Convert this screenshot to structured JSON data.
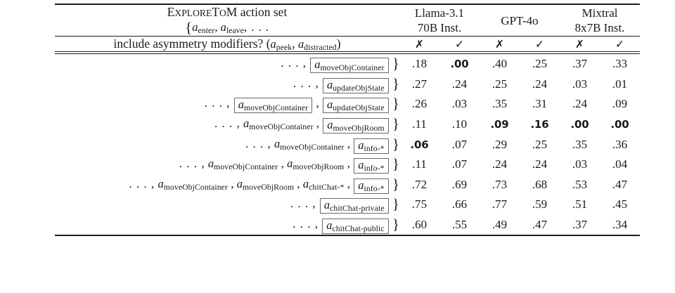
{
  "table": {
    "header": {
      "action_set_title_part1": "E",
      "action_set_title_part2": "XPLORE",
      "action_set_title_part3": "T",
      "action_set_title_part4": "O",
      "action_set_title_part5": "M",
      "action_set_title_suffix": " action set",
      "action_set_line2_open": "{",
      "action_set_line2_a1": "a",
      "action_set_line2_sub1": "enter",
      "action_set_line2_comma1": ", ",
      "action_set_line2_a2": "a",
      "action_set_line2_sub2": "leave",
      "action_set_line2_tail": ", . . .",
      "models": [
        {
          "line1": "Llama-3.1",
          "line2": "70B Inst."
        },
        {
          "line1": "GPT-4o",
          "line2": ""
        },
        {
          "line1": "Mixtral",
          "line2": "8x7B Inst."
        }
      ],
      "asymmetry_question": "include asymmetry modifiers?",
      "asymmetry_paren_open": "(",
      "asymmetry_a1": "a",
      "asymmetry_sub1": "peek",
      "asymmetry_comma": ", ",
      "asymmetry_a2": "a",
      "asymmetry_sub2": "distracted",
      "asymmetry_paren_close": ")",
      "mark_cross": "✗",
      "mark_check": "✓",
      "condition_marks": [
        "✗",
        "✓",
        "✗",
        "✓",
        "✗",
        "✓"
      ]
    },
    "columns": [
      "Llama-3.1 70B Inst. ✗",
      "Llama-3.1 70B Inst. ✓",
      "GPT-4o ✗",
      "GPT-4o ✓",
      "Mixtral 8x7B Inst. ✗",
      "Mixtral 8x7B Inst. ✓"
    ],
    "rows": [
      {
        "label_text": ". . . , [a_moveObjContainer] }",
        "tokens": [
          {
            "kind": "dots",
            "text": ". . . ,"
          },
          {
            "kind": "boxed",
            "a": "a",
            "sub": "moveObjContainer"
          },
          {
            "kind": "brace",
            "text": "}"
          }
        ],
        "values": [
          ".18",
          ".00",
          ".40",
          ".25",
          ".37",
          ".33"
        ],
        "bold": [
          false,
          true,
          false,
          false,
          false,
          false
        ]
      },
      {
        "label_text": ". . . , [a_updateObjState] }",
        "tokens": [
          {
            "kind": "dots",
            "text": ". . . ,"
          },
          {
            "kind": "boxed",
            "a": "a",
            "sub": "updateObjState"
          },
          {
            "kind": "brace",
            "text": "}"
          }
        ],
        "values": [
          ".27",
          ".24",
          ".25",
          ".24",
          ".03",
          ".01"
        ],
        "bold": [
          false,
          false,
          false,
          false,
          false,
          false
        ]
      },
      {
        "label_text": ". . . , [a_moveObjContainer] , [a_updateObjState] }",
        "tokens": [
          {
            "kind": "dots",
            "text": ". . . ,"
          },
          {
            "kind": "boxed",
            "a": "a",
            "sub": "moveObjContainer"
          },
          {
            "kind": "sep",
            "text": ","
          },
          {
            "kind": "boxed",
            "a": "a",
            "sub": "updateObjState"
          },
          {
            "kind": "brace",
            "text": "}"
          }
        ],
        "values": [
          ".26",
          ".03",
          ".35",
          ".31",
          ".24",
          ".09"
        ],
        "bold": [
          false,
          false,
          false,
          false,
          false,
          false
        ]
      },
      {
        "label_text": ". . . , a_moveObjContainer , [a_moveObjRoom] }",
        "tokens": [
          {
            "kind": "dots",
            "text": ". . . ,"
          },
          {
            "kind": "plain",
            "a": "a",
            "sub": "moveObjContainer"
          },
          {
            "kind": "sep",
            "text": ","
          },
          {
            "kind": "boxed",
            "a": "a",
            "sub": "moveObjRoom"
          },
          {
            "kind": "brace",
            "text": "}"
          }
        ],
        "values": [
          ".11",
          ".10",
          ".09",
          ".16",
          ".00",
          ".00"
        ],
        "bold": [
          false,
          false,
          true,
          true,
          true,
          true
        ]
      },
      {
        "label_text": ". . . , a_moveObjContainer , [a_info-*] }",
        "tokens": [
          {
            "kind": "dots",
            "text": ". . . ,"
          },
          {
            "kind": "plain",
            "a": "a",
            "sub": "moveObjContainer"
          },
          {
            "kind": "sep",
            "text": ","
          },
          {
            "kind": "boxed",
            "a": "a",
            "sub": "info-*"
          },
          {
            "kind": "brace",
            "text": "}"
          }
        ],
        "values": [
          ".06",
          ".07",
          ".29",
          ".25",
          ".35",
          ".36"
        ],
        "bold": [
          true,
          false,
          false,
          false,
          false,
          false
        ]
      },
      {
        "label_text": ". . . , a_moveObjContainer , a_moveObjRoom , [a_info-*] }",
        "tokens": [
          {
            "kind": "dots",
            "text": ". . . ,"
          },
          {
            "kind": "plain",
            "a": "a",
            "sub": "moveObjContainer"
          },
          {
            "kind": "sep",
            "text": ","
          },
          {
            "kind": "plain",
            "a": "a",
            "sub": "moveObjRoom"
          },
          {
            "kind": "sep",
            "text": ","
          },
          {
            "kind": "boxed",
            "a": "a",
            "sub": "info-*"
          },
          {
            "kind": "brace",
            "text": "}"
          }
        ],
        "values": [
          ".11",
          ".07",
          ".24",
          ".24",
          ".03",
          ".04"
        ],
        "bold": [
          false,
          false,
          false,
          false,
          false,
          false
        ]
      },
      {
        "label_text": ". . . , a_moveObjContainer , a_moveObjRoom , a_chitChat-* , [a_info-*] }",
        "tokens": [
          {
            "kind": "dots",
            "text": ". . . ,"
          },
          {
            "kind": "plain",
            "a": "a",
            "sub": "moveObjContainer"
          },
          {
            "kind": "sep",
            "text": ","
          },
          {
            "kind": "plain",
            "a": "a",
            "sub": "moveObjRoom"
          },
          {
            "kind": "sep",
            "text": ","
          },
          {
            "kind": "plain",
            "a": "a",
            "sub": "chitChat-*"
          },
          {
            "kind": "sep",
            "text": ","
          },
          {
            "kind": "boxed",
            "a": "a",
            "sub": "info-*"
          },
          {
            "kind": "brace",
            "text": "}"
          }
        ],
        "values": [
          ".72",
          ".69",
          ".73",
          ".68",
          ".53",
          ".47"
        ],
        "bold": [
          false,
          false,
          false,
          false,
          false,
          false
        ]
      },
      {
        "label_text": ". . . , [a_chitChat-private] }",
        "tokens": [
          {
            "kind": "dots",
            "text": ". . . ,"
          },
          {
            "kind": "boxed",
            "a": "a",
            "sub": "chitChat-private"
          },
          {
            "kind": "brace",
            "text": "}"
          }
        ],
        "values": [
          ".75",
          ".66",
          ".77",
          ".59",
          ".51",
          ".45"
        ],
        "bold": [
          false,
          false,
          false,
          false,
          false,
          false
        ]
      },
      {
        "label_text": ". . . , [a_chitChat-public] }",
        "tokens": [
          {
            "kind": "dots",
            "text": ". . . ,"
          },
          {
            "kind": "boxed",
            "a": "a",
            "sub": "chitChat-public"
          },
          {
            "kind": "brace",
            "text": "}"
          }
        ],
        "values": [
          ".60",
          ".55",
          ".49",
          ".47",
          ".37",
          ".34"
        ],
        "bold": [
          false,
          false,
          false,
          false,
          false,
          false
        ]
      }
    ]
  }
}
